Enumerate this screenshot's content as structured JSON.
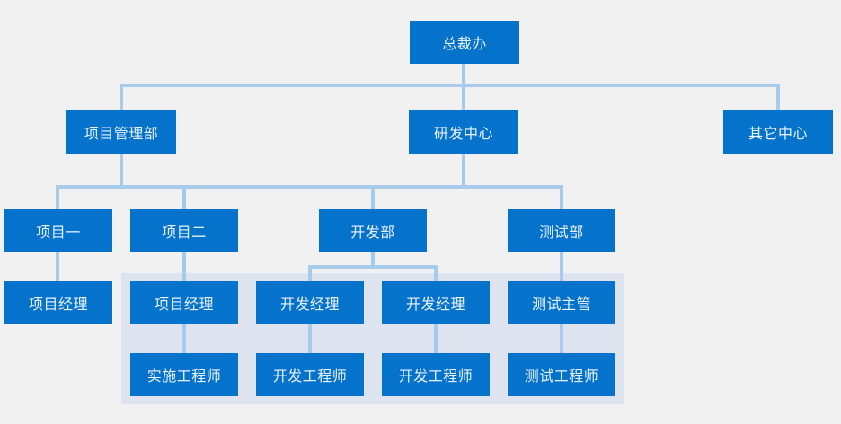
{
  "org_chart": {
    "nodes": [
      {
        "id": "ceo-office",
        "label": "总裁办",
        "level": 1,
        "parent": null
      },
      {
        "id": "project-mgmt-dept",
        "label": "项目管理部",
        "level": 2,
        "parent": "ceo-office"
      },
      {
        "id": "rd-center",
        "label": "研发中心",
        "level": 2,
        "parent": "ceo-office"
      },
      {
        "id": "other-center",
        "label": "其它中心",
        "level": 2,
        "parent": "ceo-office"
      },
      {
        "id": "project-1",
        "label": "项目一",
        "level": 3,
        "parent": "project-mgmt-dept"
      },
      {
        "id": "project-2",
        "label": "项目二",
        "level": 3,
        "parent": "project-mgmt-dept"
      },
      {
        "id": "dev-dept",
        "label": "开发部",
        "level": 3,
        "parent": "rd-center"
      },
      {
        "id": "test-dept",
        "label": "测试部",
        "level": 3,
        "parent": "rd-center"
      },
      {
        "id": "project-manager-1",
        "label": "项目经理",
        "level": 4,
        "parent": "project-1"
      },
      {
        "id": "project-manager-2",
        "label": "项目经理",
        "level": 4,
        "parent": "project-2"
      },
      {
        "id": "dev-manager-1",
        "label": "开发经理",
        "level": 4,
        "parent": "dev-dept"
      },
      {
        "id": "dev-manager-2",
        "label": "开发经理",
        "level": 4,
        "parent": "dev-dept"
      },
      {
        "id": "test-lead",
        "label": "测试主管",
        "level": 4,
        "parent": "test-dept"
      },
      {
        "id": "impl-engineer",
        "label": "实施工程师",
        "level": 5,
        "parent": "project-manager-2"
      },
      {
        "id": "dev-engineer-1",
        "label": "开发工程师",
        "level": 5,
        "parent": "dev-manager-1"
      },
      {
        "id": "dev-engineer-2",
        "label": "开发工程师",
        "level": 5,
        "parent": "dev-manager-2"
      },
      {
        "id": "test-engineer",
        "label": "测试工程师",
        "level": 5,
        "parent": "test-lead"
      }
    ],
    "colors": {
      "node_fill": "#0572CC",
      "node_text": "#EAF2FB",
      "connector": "#A7CCEB",
      "highlight_panel": "#DDE3EF",
      "background": "#F1F1F2"
    }
  }
}
